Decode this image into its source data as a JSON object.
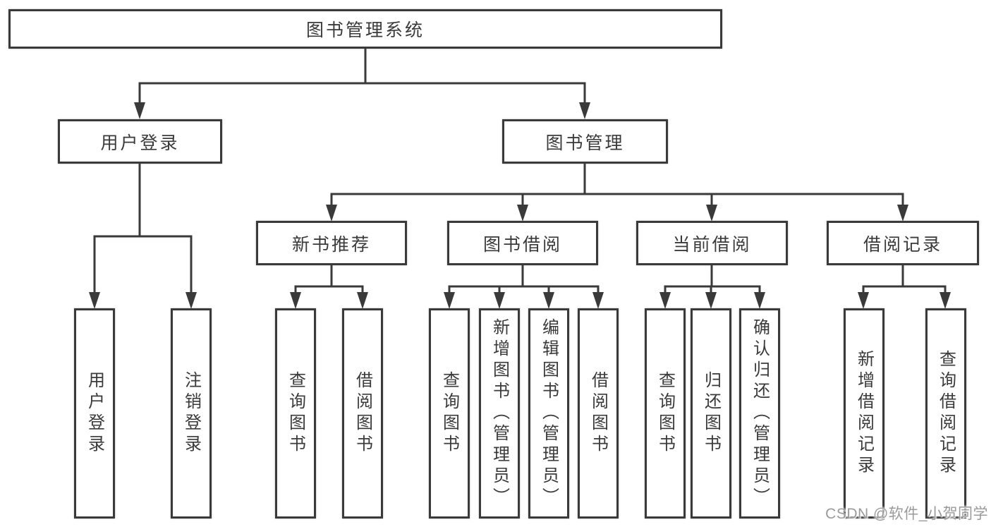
{
  "colors": {
    "line": "#3a3a3a",
    "text": "#3a3a3a",
    "wm": "#9a9a9a",
    "bg": "#ffffff"
  },
  "diagram": {
    "root": {
      "label": "图书管理系统"
    },
    "branches": [
      {
        "label": "用户登录",
        "children": [
          {
            "label": "用户登录"
          },
          {
            "label": "注销登录"
          }
        ]
      },
      {
        "label": "图书管理",
        "children": [
          {
            "label": "新书推荐",
            "children": [
              {
                "label": "查询图书"
              },
              {
                "label": "借阅图书"
              }
            ]
          },
          {
            "label": "图书借阅",
            "children": [
              {
                "label": "查询图书"
              },
              {
                "label": "新增图书（管理员）"
              },
              {
                "label": "编辑图书（管理员）"
              },
              {
                "label": "借阅图书"
              }
            ]
          },
          {
            "label": "当前借阅",
            "children": [
              {
                "label": "查询图书"
              },
              {
                "label": "归还图书"
              },
              {
                "label": "确认归还（管理员）"
              }
            ]
          },
          {
            "label": "借阅记录",
            "children": [
              {
                "label": "新增借阅记录"
              },
              {
                "label": "查询借阅记录"
              }
            ]
          }
        ]
      }
    ]
  },
  "watermark": {
    "text": "CSDN @软件_小贺同学"
  }
}
